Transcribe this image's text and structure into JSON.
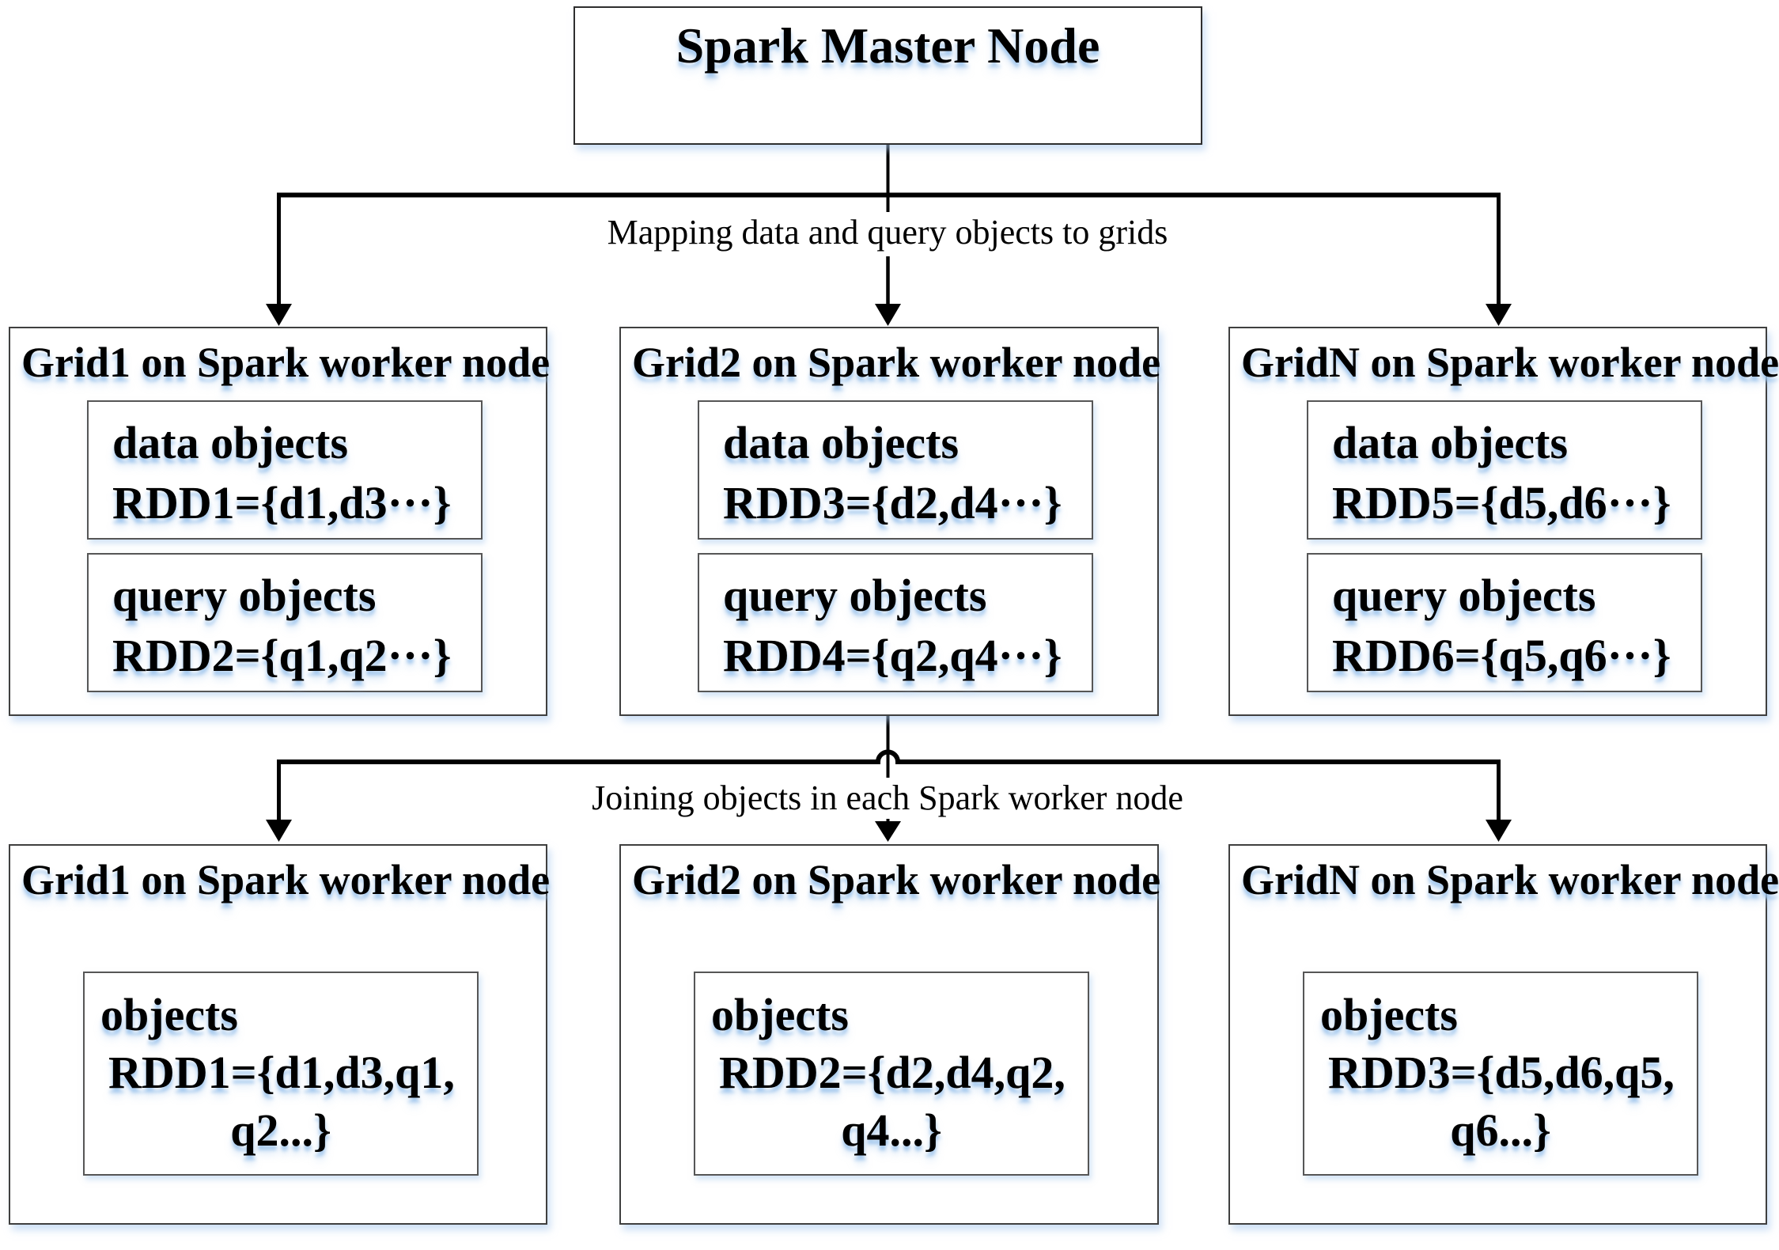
{
  "diagram": {
    "master": {
      "title": "Spark Master Node"
    },
    "edge_labels": {
      "mapping": "Mapping data and query objects to grids",
      "joining": "Joining objects in each Spark worker node"
    },
    "top_row": [
      {
        "title": "Grid1 on Spark worker node",
        "data_lines": [
          "data objects",
          "RDD1={d1,d3···}"
        ],
        "query_lines": [
          "query objects",
          "RDD2={q1,q2···}"
        ]
      },
      {
        "title": "Grid2 on Spark worker node",
        "data_lines": [
          "data objects",
          "RDD3={d2,d4···}"
        ],
        "query_lines": [
          "query objects",
          "RDD4={q2,q4···}"
        ]
      },
      {
        "title": "GridN on Spark worker node",
        "data_lines": [
          "data objects",
          "RDD5={d5,d6···}"
        ],
        "query_lines": [
          "query objects",
          "RDD6={q5,q6···}"
        ]
      }
    ],
    "bottom_row": [
      {
        "title": "Grid1 on Spark worker node",
        "object_lines": [
          "objects",
          "RDD1={d1,d3,q1,",
          "q2...}"
        ]
      },
      {
        "title": "Grid2 on Spark worker node",
        "object_lines": [
          "objects",
          "RDD2={d2,d4,q2,",
          "q4...}"
        ]
      },
      {
        "title": "GridN on Spark worker node",
        "object_lines": [
          "objects",
          "RDD3={d5,d6,q5,",
          "q6...}"
        ]
      }
    ]
  }
}
